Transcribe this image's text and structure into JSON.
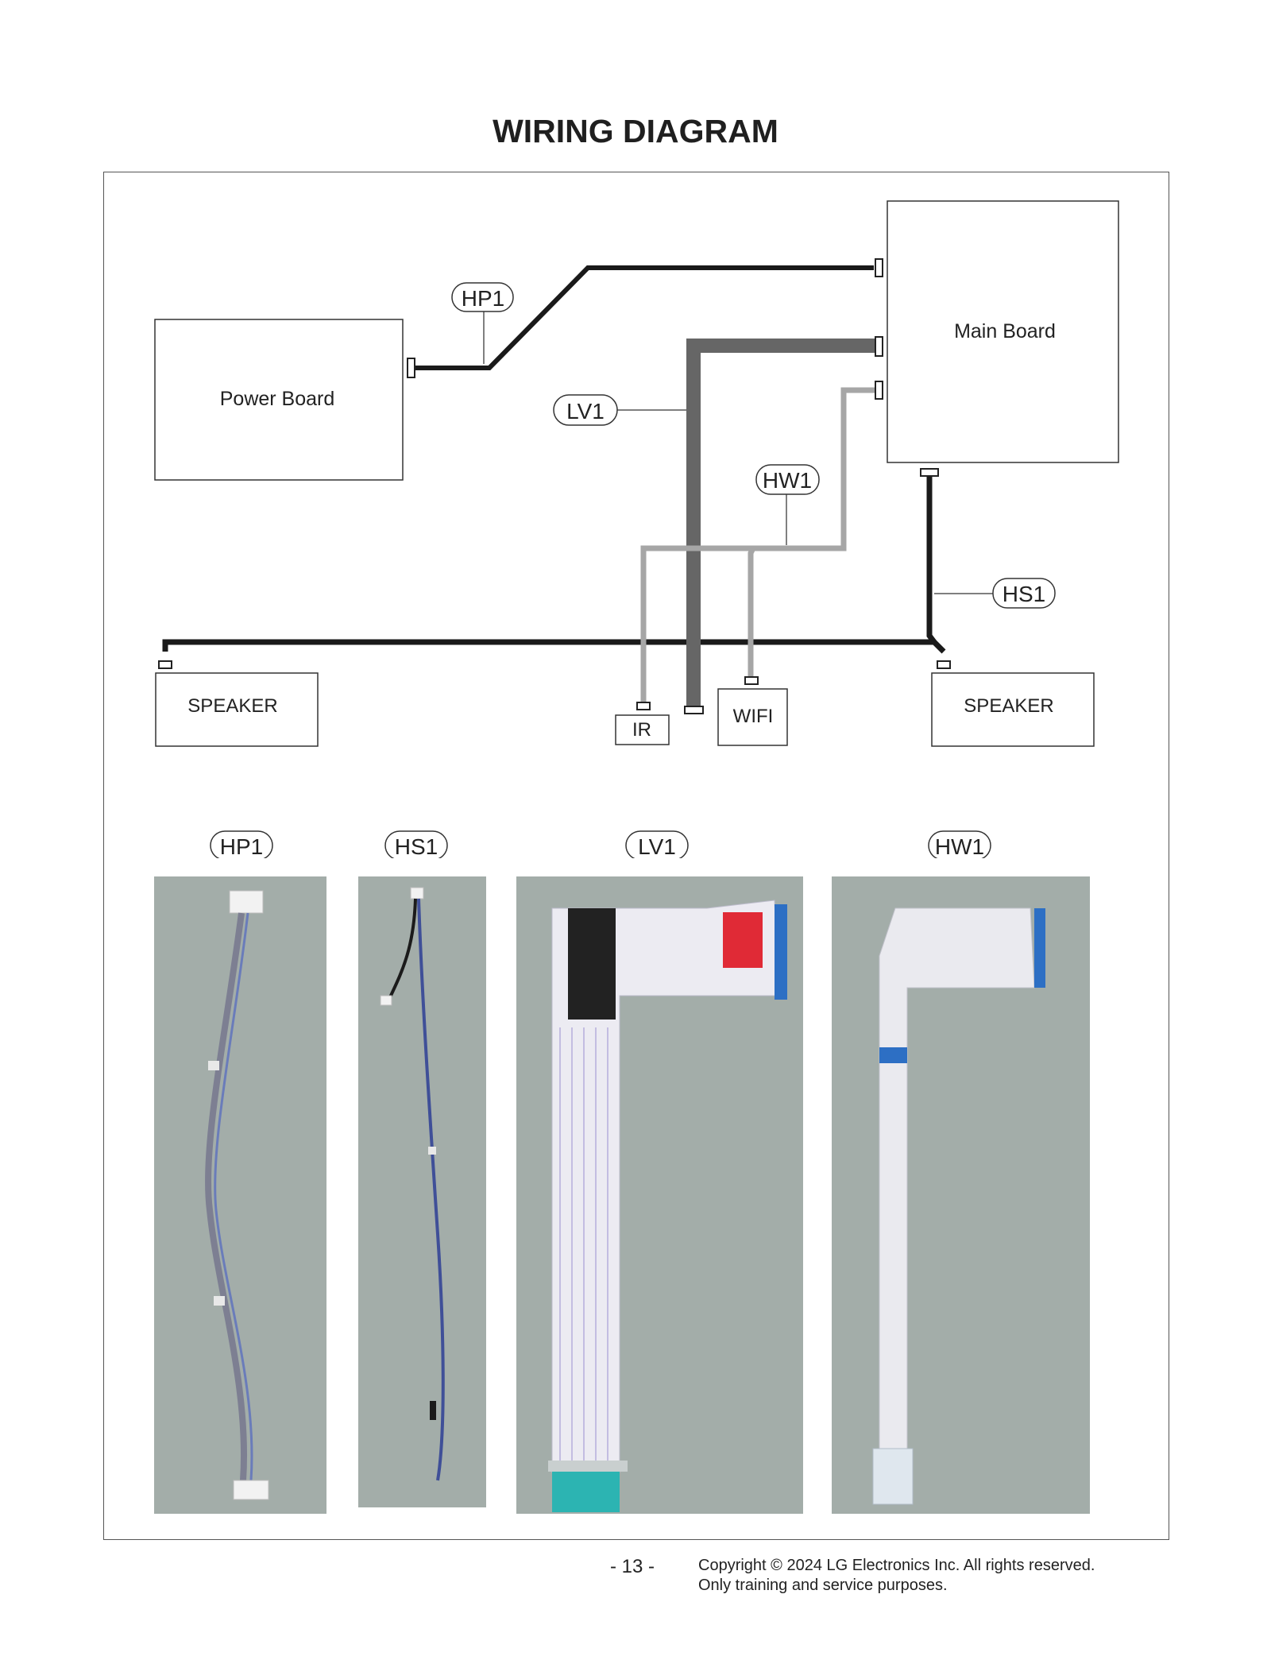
{
  "title": "WIRING DIAGRAM",
  "boards": {
    "power_board": "Power Board",
    "main_board": "Main Board"
  },
  "peripherals": {
    "speaker_left": "SPEAKER",
    "speaker_right": "SPEAKER",
    "ir": "IR",
    "wifi": "WIFI"
  },
  "cable_labels": {
    "hp1": "HP1",
    "lv1": "LV1",
    "hw1": "HW1",
    "hs1": "HS1"
  },
  "photo_labels": {
    "hp1": "HP1",
    "hs1": "HS1",
    "lv1": "LV1",
    "hw1": "HW1"
  },
  "footer": {
    "page_number": "- 13 -",
    "copyright_line1": "Copyright © 2024 LG Electronics Inc. All rights reserved.",
    "copyright_line2": "Only training and service purposes."
  },
  "colors": {
    "power_cable": "#1a1a1a",
    "lvds_cable": "#666666",
    "wifi_ir_cable": "#a6a6a6",
    "photo_background": "#9ea8a4"
  }
}
